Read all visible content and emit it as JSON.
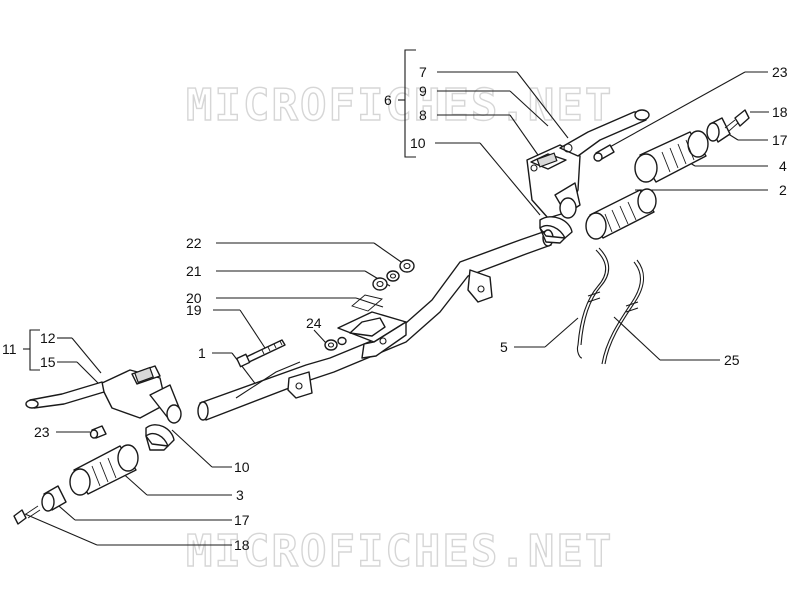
{
  "watermark": "MICROFICHES.NET",
  "callouts": [
    {
      "id": "c-7",
      "text": "7"
    },
    {
      "id": "c-9",
      "text": "9"
    },
    {
      "id": "c-8",
      "text": "8"
    },
    {
      "id": "c-6",
      "text": "6"
    },
    {
      "id": "c-10-top",
      "text": "10"
    },
    {
      "id": "c-23-top",
      "text": "23"
    },
    {
      "id": "c-18-top",
      "text": "18"
    },
    {
      "id": "c-17-top",
      "text": "17"
    },
    {
      "id": "c-4",
      "text": "4"
    },
    {
      "id": "c-2",
      "text": "2"
    },
    {
      "id": "c-22",
      "text": "22"
    },
    {
      "id": "c-21",
      "text": "21"
    },
    {
      "id": "c-20",
      "text": "20"
    },
    {
      "id": "c-19",
      "text": "19"
    },
    {
      "id": "c-24",
      "text": "24"
    },
    {
      "id": "c-1",
      "text": "1"
    },
    {
      "id": "c-5",
      "text": "5"
    },
    {
      "id": "c-25",
      "text": "25"
    },
    {
      "id": "c-12",
      "text": "12"
    },
    {
      "id": "c-15",
      "text": "15"
    },
    {
      "id": "c-11",
      "text": "11"
    },
    {
      "id": "c-23-bot",
      "text": "23"
    },
    {
      "id": "c-10-bot",
      "text": "10"
    },
    {
      "id": "c-3",
      "text": "3"
    },
    {
      "id": "c-17-bot",
      "text": "17"
    },
    {
      "id": "c-18-bot",
      "text": "18"
    }
  ]
}
